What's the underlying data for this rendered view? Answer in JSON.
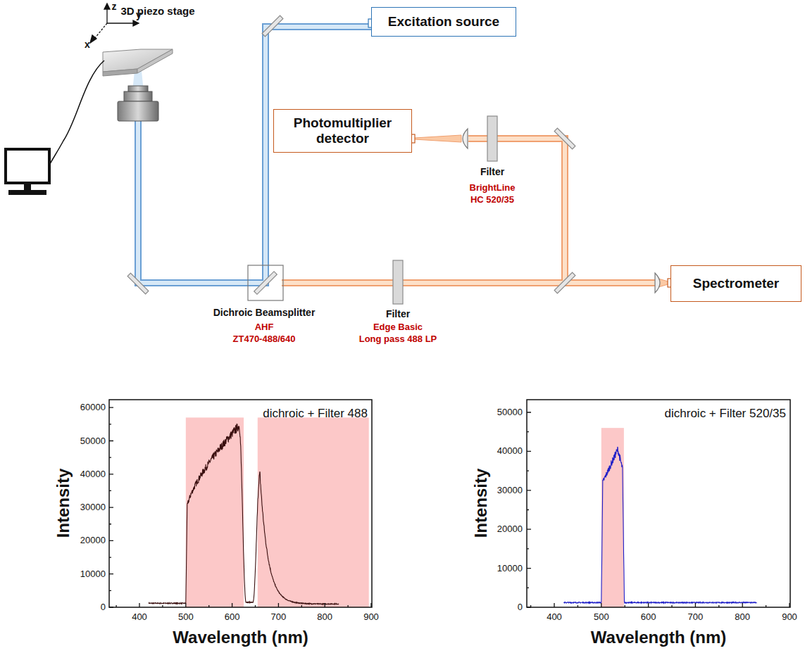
{
  "diagram": {
    "nodes": [
      {
        "text": [
          "Excitation source"
        ]
      },
      {
        "text": [
          "Photomultiplier detector"
        ]
      },
      {
        "text": [
          "Spectrometer"
        ]
      }
    ],
    "labels": [
      "z",
      "y",
      "x",
      "3D piezo stage",
      "Filter",
      "BrightLine",
      "HC 520/35",
      "Dichroic Beamsplitter",
      "AHF",
      "ZT470-488/640",
      "Filter",
      "Edge Basic",
      "Long pass 488 LP",
      "dichroic + Filter 488",
      "0",
      "10000",
      "20000",
      "30000",
      "40000",
      "50000",
      "60000",
      "400",
      "500",
      "600",
      "700",
      "800",
      "900",
      "Intensity",
      "Wavelength (nm)",
      "dichroic + Filter 520/35",
      "0",
      "10000",
      "20000",
      "30000",
      "40000",
      "50000",
      "400",
      "500",
      "600",
      "700",
      "800",
      "900",
      "Intensity",
      "Wavelength (nm)"
    ]
  }
}
